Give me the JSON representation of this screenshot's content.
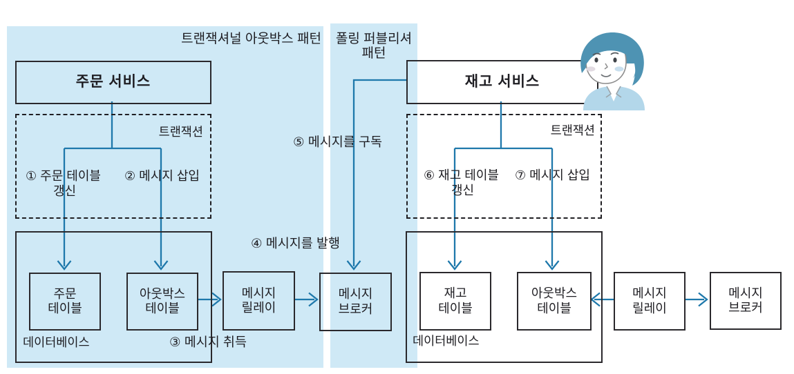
{
  "colors": {
    "region_bg": "#cfe9f6",
    "connector_blue": "#1e78ab",
    "box_border": "#2a282c",
    "text": "#1e1d22",
    "avatar_hair": "#4e93b3",
    "avatar_shirt": "#b3d7ea"
  },
  "titles": {
    "outbox_pattern": "트랜잭셔널 아웃박스 패턴",
    "polling_pattern_line1": "폴링 퍼블리셔",
    "polling_pattern_line2": "패턴"
  },
  "left": {
    "service": "주문 서비스",
    "transaction_label": "트랜잭션",
    "step1_line1": "① 주문 테이블",
    "step1_line2": "갱신",
    "step2": "② 메시지 삽입",
    "order_table_line1": "주문",
    "order_table_line2": "테이블",
    "outbox_table_line1": "아웃박스",
    "outbox_table_line2": "테이블",
    "database_label": "데이터베이스",
    "step3": "③ 메시지 취득",
    "relay_line1": "메시지",
    "relay_line2": "릴레이",
    "step4": "④ 메시지를 발행",
    "broker_line1": "메시지",
    "broker_line2": "브로커",
    "step5": "⑤ 메시지를 구독"
  },
  "right": {
    "service": "재고 서비스",
    "transaction_label": "트랜잭션",
    "step6_line1": "⑥ 재고 테이블",
    "step6_line2": "갱신",
    "step7": "⑦ 메시지 삽입",
    "inventory_table_line1": "재고",
    "inventory_table_line2": "테이블",
    "outbox_table_line1": "아웃박스",
    "outbox_table_line2": "테이블",
    "database_label": "데이터베이스",
    "relay_line1": "메시지",
    "relay_line2": "릴레이",
    "broker_line1": "메시지",
    "broker_line2": "브로커"
  }
}
